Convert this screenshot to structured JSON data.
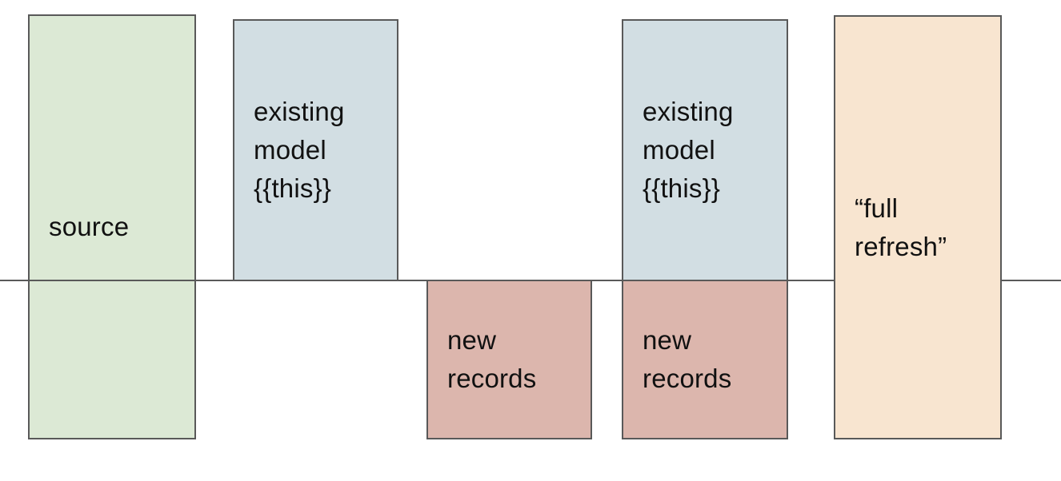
{
  "diagram": {
    "background_color": "#ffffff",
    "line_color": "#595959",
    "border_color": "#595959",
    "text_color": "#111111",
    "boxes": {
      "source": {
        "label": "source",
        "fill": "#dce9d5"
      },
      "existing_model_1": {
        "label": "existing\nmodel\n{{this}}",
        "fill": "#d2dee3"
      },
      "new_records_1": {
        "label": "new\nrecords",
        "fill": "#dcb6ad"
      },
      "existing_model_2": {
        "label": "existing\nmodel\n{{this}}",
        "fill": "#d2dee3"
      },
      "new_records_2": {
        "label": "new\nrecords",
        "fill": "#dcb6ad"
      },
      "full_refresh": {
        "label": "“full\nrefresh”",
        "fill": "#f8e5d0"
      }
    }
  }
}
